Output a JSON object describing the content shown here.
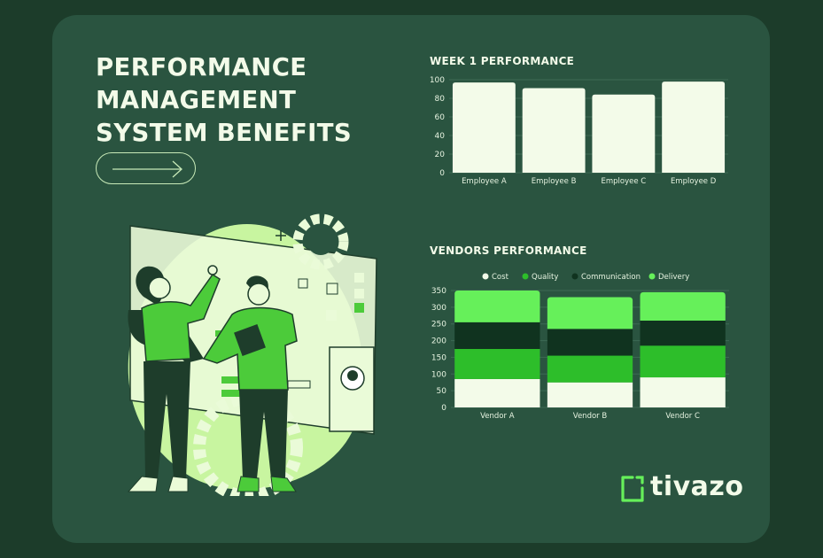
{
  "header": {
    "title": "PERFORMANCE MANAGEMENT SYSTEM BENEFITS"
  },
  "brand": {
    "name": "tivazo"
  },
  "colors": {
    "background": "#1c3c2a",
    "card": "#2a5440",
    "bar": "#f3fbe9",
    "cost": "#f3fbe9",
    "quality": "#2dbe2a",
    "communication": "#10331f",
    "delivery": "#66f05a",
    "accent": "#c8f5a0"
  },
  "icons": [
    "arrow-right-icon",
    "tivazo-logo-icon",
    "gear-icon",
    "sparkle-icon",
    "profile-card-icon"
  ],
  "chart_data": [
    {
      "type": "bar",
      "title": "WEEK 1 PERFORMANCE",
      "categories": [
        "Employee A",
        "Employee B",
        "Employee C",
        "Employee D"
      ],
      "values": [
        97,
        91,
        84,
        98
      ],
      "ylim": [
        0,
        100
      ],
      "yticks": [
        0,
        20,
        40,
        60,
        80,
        100
      ],
      "grid": true
    },
    {
      "type": "bar",
      "stacked": true,
      "title": "VENDORS PERFORMANCE",
      "categories": [
        "Vendor A",
        "Vendor B",
        "Vendor C"
      ],
      "series": [
        {
          "name": "Cost",
          "values": [
            85,
            75,
            90
          ]
        },
        {
          "name": "Quality",
          "values": [
            90,
            80,
            95
          ]
        },
        {
          "name": "Communication",
          "values": [
            80,
            80,
            75
          ]
        },
        {
          "name": "Delivery",
          "values": [
            95,
            95,
            85
          ]
        }
      ],
      "ylim": [
        0,
        350
      ],
      "yticks": [
        0,
        50,
        100,
        150,
        200,
        250,
        300,
        350
      ],
      "legend": "top",
      "grid": true
    }
  ]
}
